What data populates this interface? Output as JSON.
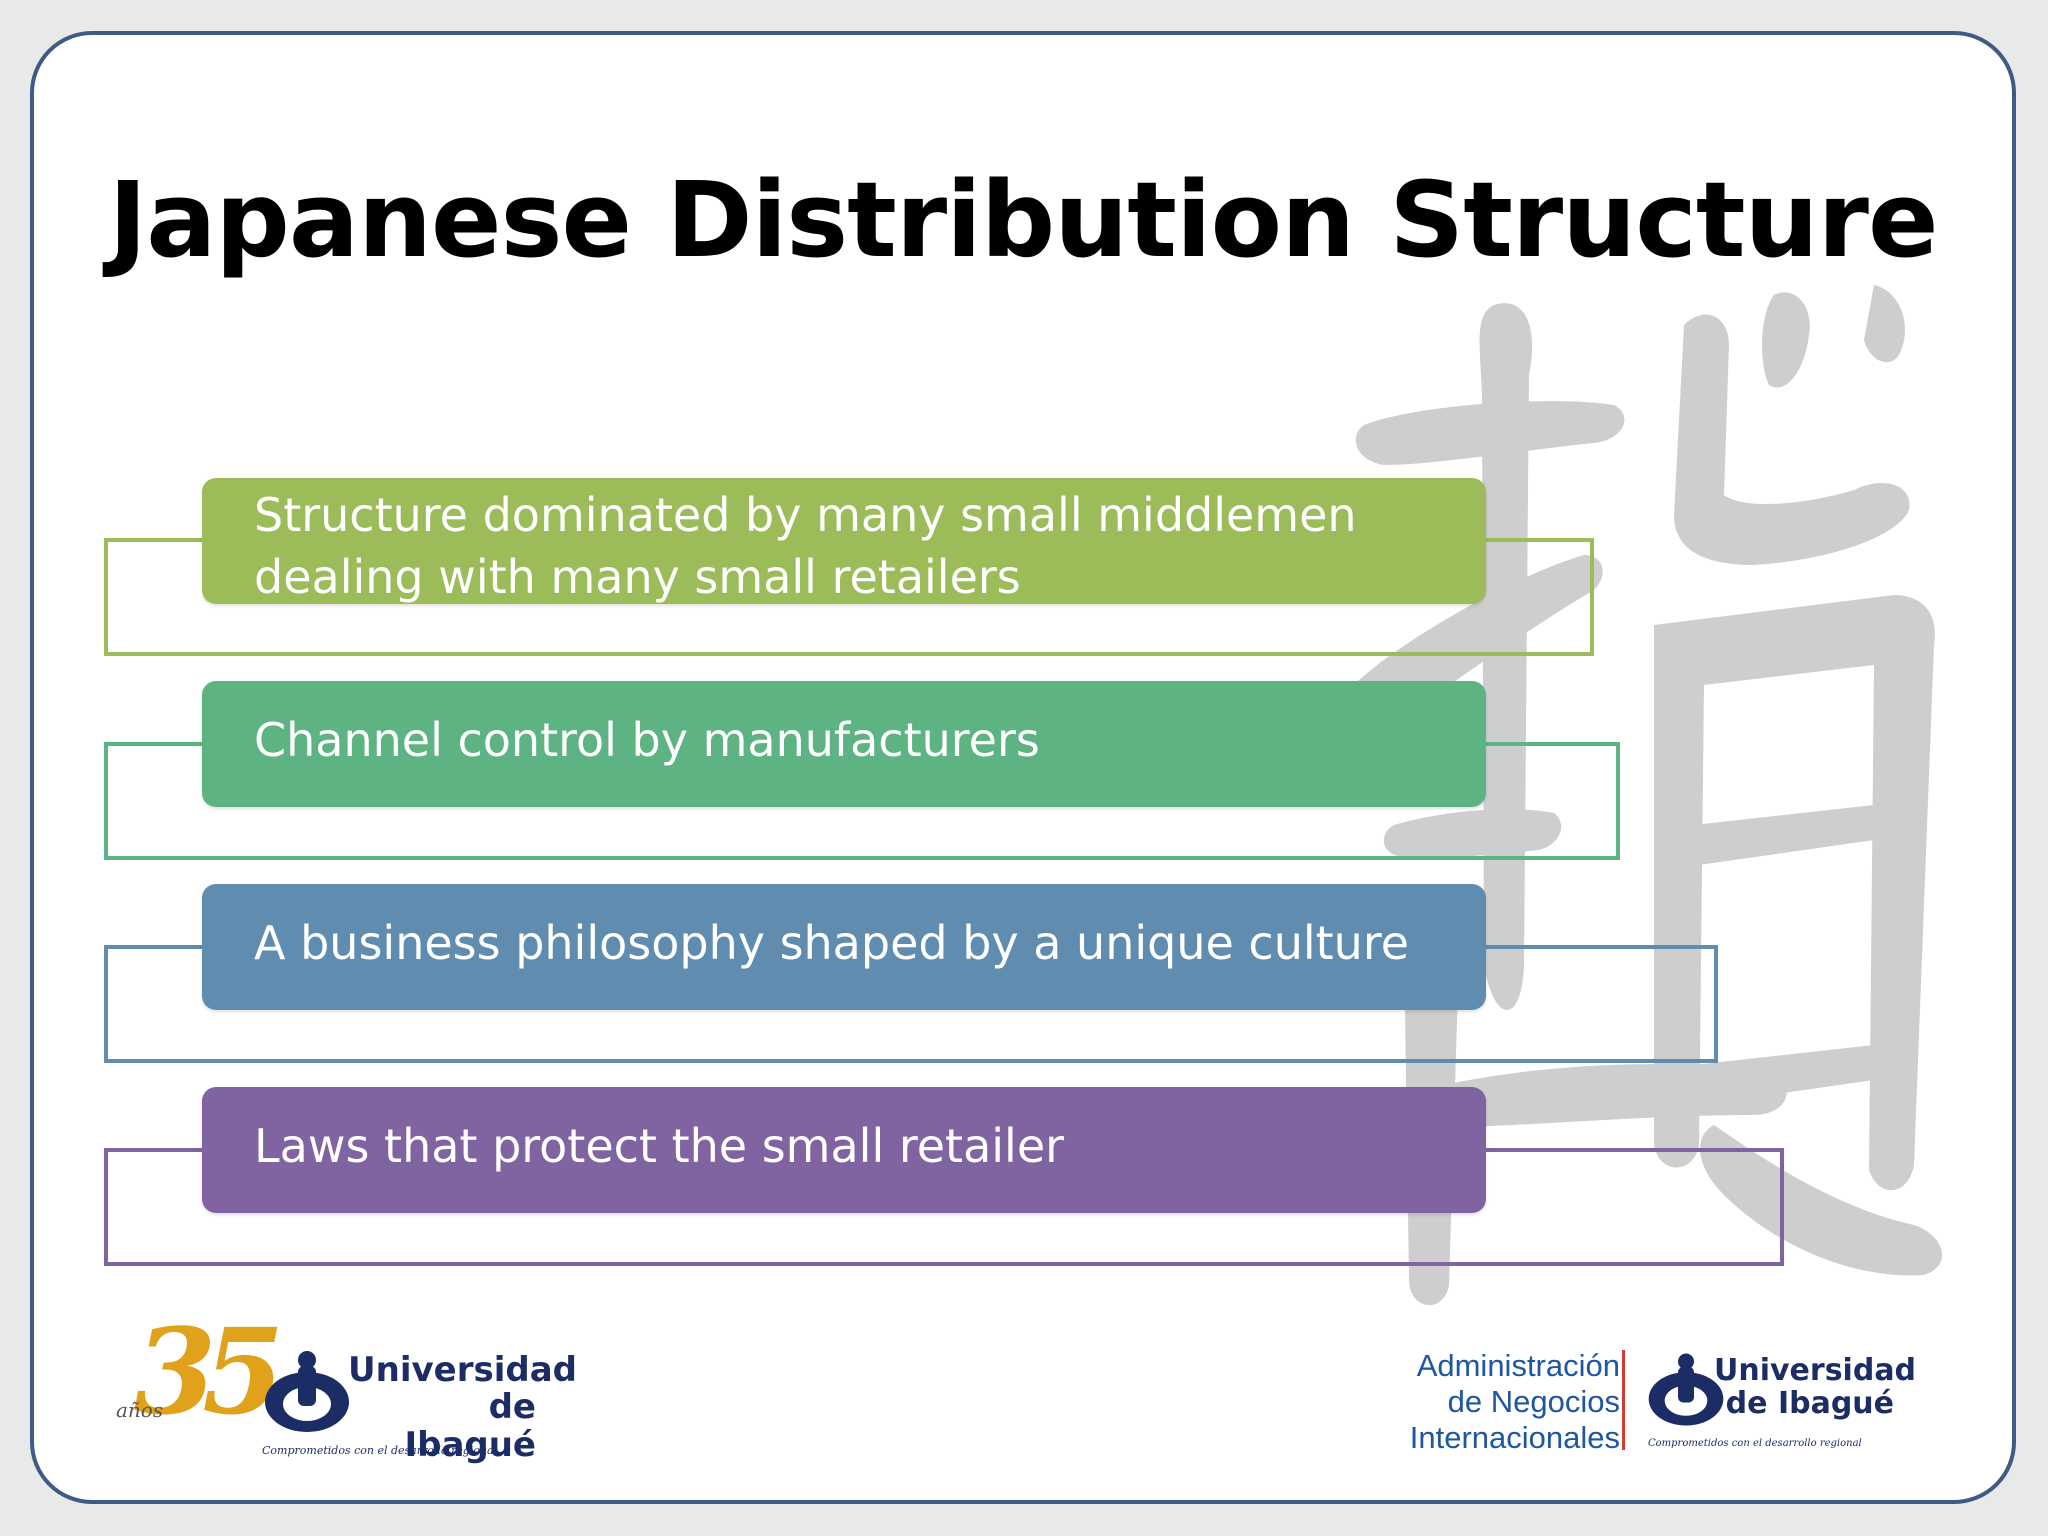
{
  "slide": {
    "title": "Japanese Distribution Structure",
    "items": [
      {
        "text": "Structure dominated by many small middlemen dealing with many small retailers",
        "color": "#9cbb59"
      },
      {
        "text": "Channel control by manufacturers",
        "color": "#5db382"
      },
      {
        "text": "A business philosophy shaped by a unique culture",
        "color": "#5f8caf"
      },
      {
        "text": "Laws that protect the small retailer",
        "color": "#8064a2"
      }
    ]
  },
  "footer": {
    "left_logo": {
      "anniversary_number": "35",
      "anniversary_word": "años",
      "university_line1": "Universidad",
      "university_line2": "de Ibagué",
      "tagline": "Comprometidos con el desarrollo regional"
    },
    "right_logo": {
      "faculty_line1": "Administración",
      "faculty_line2": "de Negocios",
      "faculty_line3": "Internacionales",
      "university_line1": "Universidad",
      "university_line2": "de Ibagué",
      "tagline": "Comprometidos con el desarrollo regional"
    }
  }
}
